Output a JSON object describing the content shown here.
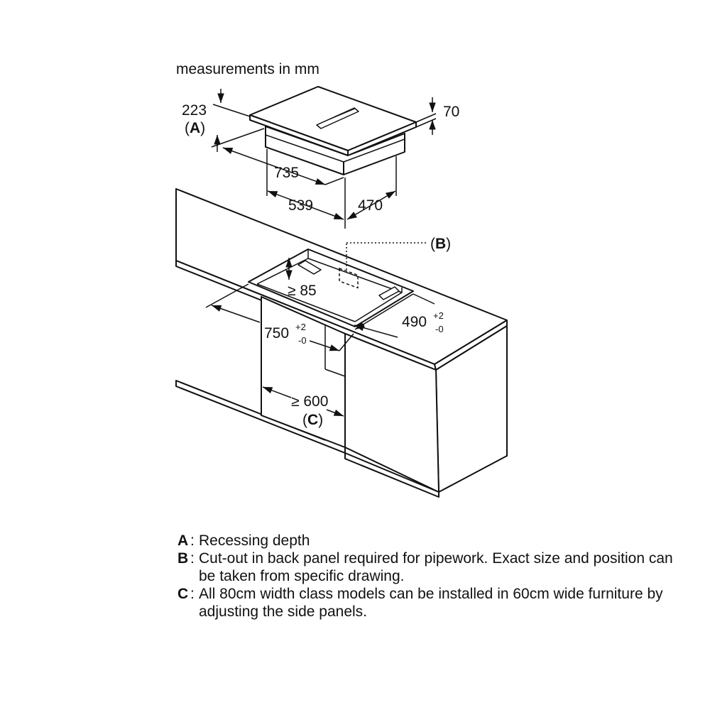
{
  "header": {
    "units_note": "measurements in mm"
  },
  "appliance": {
    "dim_223": "223",
    "label_a": "A",
    "dim_70": "70",
    "dim_735": "735",
    "dim_539": "539",
    "dim_470": "470"
  },
  "cabinet": {
    "label_b": "B",
    "dim_85": "≥ 85",
    "dim_490": "490",
    "tol_490_plus": "+2",
    "tol_490_minus": "-0",
    "dim_750": "750",
    "tol_750_plus": "+2",
    "tol_750_minus": "-0",
    "dim_600": "≥ 600",
    "label_c": "C"
  },
  "legend": [
    {
      "key": "A",
      "text": "Recessing depth"
    },
    {
      "key": "B",
      "text": "Cut-out in back panel required for pipework. Exact size and position can be taken from specific drawing."
    },
    {
      "key": "C",
      "text": "All 80cm width class models can be installed in 60cm wide furniture by adjusting the side panels."
    }
  ]
}
